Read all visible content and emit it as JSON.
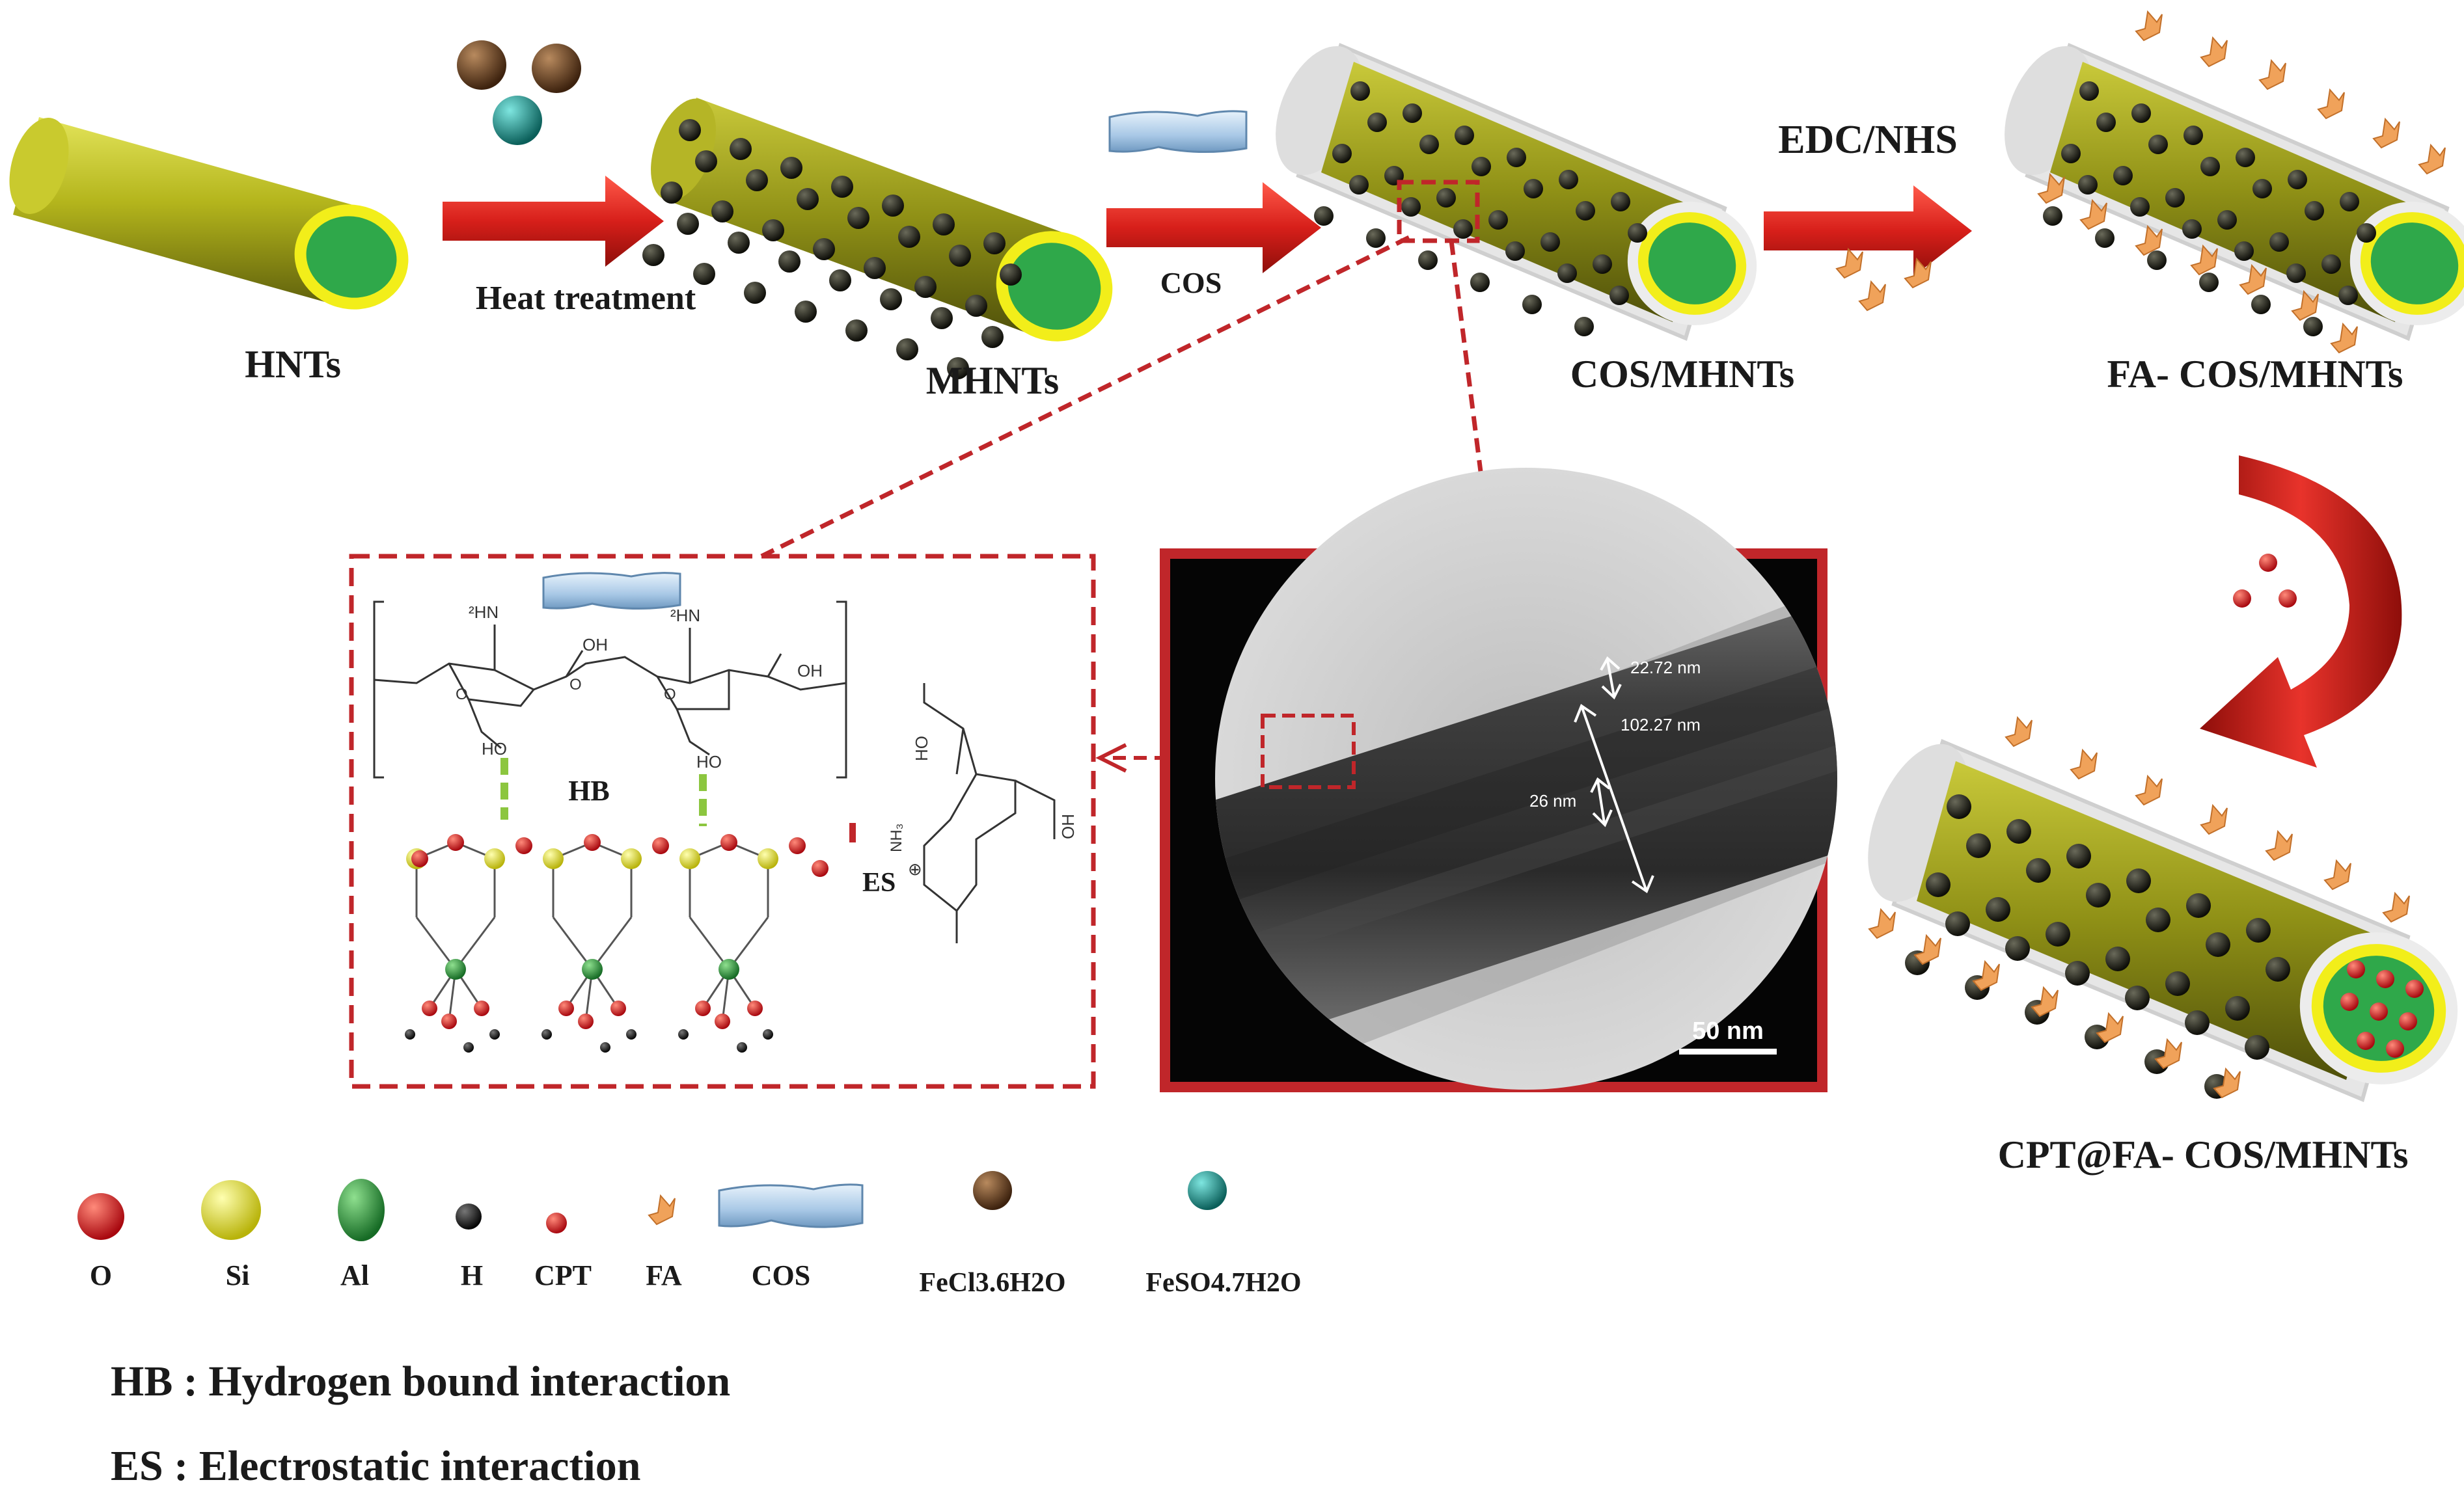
{
  "stages": {
    "hnts": "HNTs",
    "mhnts": "MHNTs",
    "cos_mhnts": "COS/MHNTs",
    "fa_cos_mhnts": "FA- COS/MHNTs",
    "cpt_fa_cos_mhnts": "CPT@FA- COS/MHNTs"
  },
  "arrows": {
    "heat": "Heat treatment",
    "cos": "COS",
    "edc": "EDC/NHS"
  },
  "chem": {
    "nh2_left": "²HN",
    "nh2_right": "²HN",
    "oh1": "OH",
    "oh2": "OH",
    "o1": "O",
    "o2": "O",
    "o3": "O",
    "ho1": "HO",
    "ho2": "HO",
    "ho3": "HO",
    "oh_right": "OH",
    "hb": "HB",
    "es": "ES",
    "nh3": "NH₃",
    "plus": "⊕"
  },
  "tem": {
    "m1": "22.72 nm",
    "m2": "102.27 nm",
    "m3": "26 nm",
    "scale": "50 nm"
  },
  "legend": {
    "o": "O",
    "si": "Si",
    "al": "Al",
    "h": "H",
    "cpt": "CPT",
    "fa": "FA",
    "cos": "COS",
    "fecl": "FeCl3.6H2O",
    "feso": "FeSO4.7H2O"
  },
  "notes": {
    "hb": "HB : Hydrogen bound interaction",
    "es": "ES : Electrostatic interaction"
  },
  "colors": {
    "tube": "#b7b91f",
    "tube_dark": "#6f7010",
    "lumen": "#2fa84a",
    "rim": "#f2ee1a",
    "arrow": "#d71f1a",
    "dash": "#c0262a",
    "oxygen": "#d8101a",
    "silicon": "#e6e21c",
    "aluminum": "#2a9a3e",
    "fecl": "#6b4424",
    "feso": "#17958f"
  }
}
